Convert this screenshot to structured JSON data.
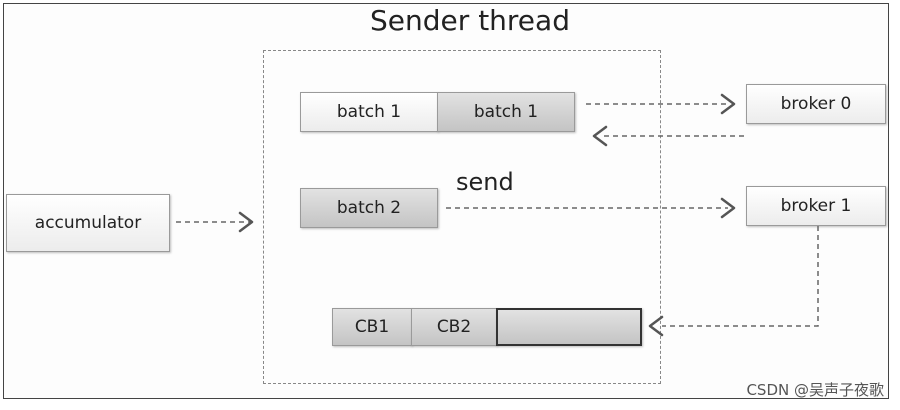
{
  "title": "Sender thread",
  "nodes": {
    "accumulator": "accumulator",
    "batch1_left": "batch 1",
    "batch1_right": "batch 1",
    "batch2": "batch 2",
    "broker0": "broker 0",
    "broker1": "broker 1",
    "cb1": "CB1",
    "cb2": "CB2",
    "cb3": ""
  },
  "send_label": "send",
  "watermark": "CSDN @吴声子夜歌"
}
